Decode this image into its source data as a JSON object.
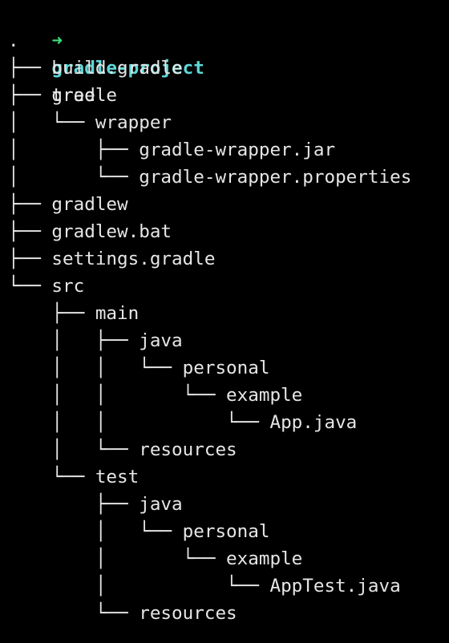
{
  "terminal": {
    "prompt": {
      "arrow": "➜",
      "directory": "gradle-project",
      "command": "tree"
    },
    "tree_lines": [
      ".",
      "├── build.gradle",
      "├── gradle",
      "│   └── wrapper",
      "│       ├── gradle-wrapper.jar",
      "│       └── gradle-wrapper.properties",
      "├── gradlew",
      "├── gradlew.bat",
      "├── settings.gradle",
      "└── src",
      "    ├── main",
      "    │   ├── java",
      "    │   │   └── personal",
      "    │   │       └── example",
      "    │   │           └── App.java",
      "    │   └── resources",
      "    └── test",
      "        ├── java",
      "        │   └── personal",
      "        │       └── example",
      "        │           └── AppTest.java",
      "        └── resources"
    ]
  },
  "colors": {
    "background": "#000000",
    "foreground": "#e6e6e6",
    "prompt_arrow": "#3ee07a",
    "prompt_directory": "#5fd7d7"
  }
}
